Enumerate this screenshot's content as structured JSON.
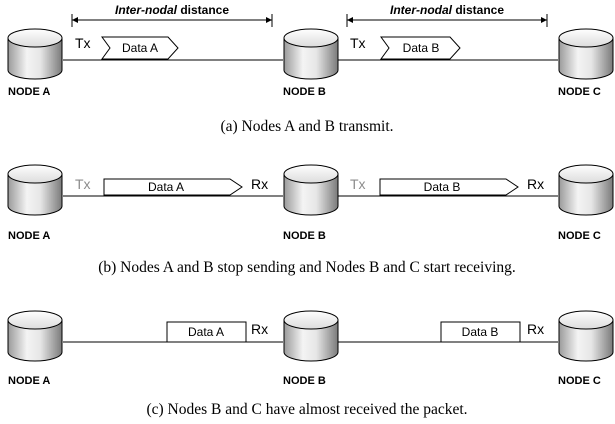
{
  "colors": {
    "line": "#000000",
    "cylinder_top": "#ffffff",
    "cylinder_body_light": "#f2f2f2",
    "cylinder_body_dark": "#8a8a8a",
    "tx_active": "#000000",
    "tx_faded": "#8c8c8c"
  },
  "nodes": {
    "a": "NODE A",
    "b": "NODE B",
    "c": "NODE C"
  },
  "distance": {
    "emph": "Inter-nodal",
    "rest": " distance"
  },
  "labels": {
    "tx": "Tx",
    "rx": "Rx"
  },
  "panels": [
    {
      "packet_a": "Data A",
      "packet_b": "Data B",
      "caption": "(a) Nodes A and B transmit."
    },
    {
      "packet_a": "Data A",
      "packet_b": "Data B",
      "caption": "(b) Nodes A and B stop sending and Nodes B and C start receiving."
    },
    {
      "packet_a": "Data A",
      "packet_b": "Data B",
      "caption": "(c) Nodes B and C have almost received the packet."
    }
  ]
}
